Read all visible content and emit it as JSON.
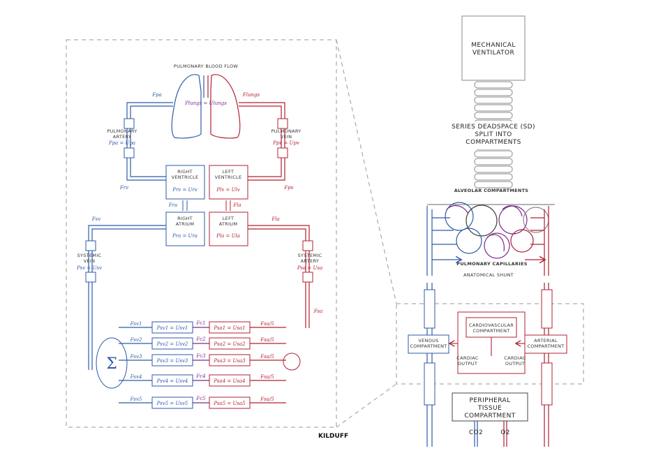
{
  "left_panel": {
    "title": "PULMONARY BLOOD FLOW",
    "lungs_eq": "Plungs = Ulungs",
    "flow_pa": "Fpa",
    "flow_lungs": "Flungs",
    "pulmonary_artery": {
      "line1": "PULMONARY",
      "line2": "ARTERY",
      "eq": "Ppa = Upa"
    },
    "pulmonary_vein": {
      "line1": "PULMONARY",
      "line2": "VEIN",
      "eq": "Ppv = Upv"
    },
    "flow_rv": "Frv",
    "flow_pv": "Fpv",
    "right_ventricle": {
      "line1": "RIGHT",
      "line2": "VENTRICLE",
      "eq": "Prv = Urv"
    },
    "left_ventricle": {
      "line1": "LEFT",
      "line2": "VENTRICLE",
      "eq": "Plv = Ulv"
    },
    "right_atrium": {
      "line1": "RIGHT",
      "line2": "ATRIUM",
      "eq": "Pra = Ura"
    },
    "left_atrium": {
      "line1": "LEFT",
      "line2": "ATRIUM",
      "eq": "Pla = Ula"
    },
    "flow_ra": "Fra",
    "flow_la": "Fla",
    "flow_sv": "Fsv",
    "flow_ls": "Fla",
    "systemic_vein": {
      "line1": "SYSTEMIC",
      "line2": "VEIN",
      "eq": "Psv = Usv"
    },
    "systemic_artery": {
      "line1": "SYSTEMIC",
      "line2": "ARTERY",
      "eq": "Psa = Usa"
    },
    "flow_sa": "Fsa",
    "sum_symbol": "Σ",
    "venous_flows": [
      "Fsv1",
      "Fsv2",
      "Fsv3",
      "Fsv4",
      "Fsv5"
    ],
    "venous_eqs": [
      "Psv1 = Usv1",
      "Psv2 = Usv2",
      "Psv3 = Usv3",
      "Psv4 = Usv4",
      "Psv5 = Usv5"
    ],
    "mid_flows": [
      "Fc1",
      "Fc2",
      "Fc3",
      "Fc4",
      "Fc5"
    ],
    "arterial_eqs": [
      "Psa1 = Usa1",
      "Psa2 = Usa2",
      "Psa3 = Usa3",
      "Psa4 = Usa4",
      "Psa5 = Usa5"
    ],
    "arterial_flows": [
      "Fsa/5",
      "Fsa/5",
      "Fsa/5",
      "Fsa/5",
      "Fsa/5"
    ]
  },
  "right_panel": {
    "ventilator": {
      "line1": "MECHANICAL",
      "line2": "VENTILATOR"
    },
    "deadspace": {
      "line1": "SERIES DEADSPACE (SD)",
      "line2": "SPLIT INTO",
      "line3": "COMPARTMENTS"
    },
    "alveolar": "ALVEOLAR COMPARTMENTS",
    "capillaries": "PULMONARY CAPILLARIES",
    "shunt": "ANATOMICAL SHUNT",
    "venous": {
      "line1": "VENOUS",
      "line2": "COMPARTMENT"
    },
    "arterial": {
      "line1": "ARTERIAL",
      "line2": "COMPARTMENT"
    },
    "cardio": {
      "line1": "CARDIOVASCULAR",
      "line2": "COMPARTMENT"
    },
    "cardiac_output_left": {
      "line1": "CARDIAC",
      "line2": "OUTPUT"
    },
    "cardiac_output_right": {
      "line1": "CARDIAC",
      "line2": "OUTPUT"
    },
    "peripheral": {
      "line1": "PERIPHERAL",
      "line2": "TISSUE",
      "line3": "COMPARTMENT"
    },
    "co2": "CO2",
    "o2": "O2"
  },
  "signature": "KILDUFF",
  "colors": {
    "venous": "#2d5aa8",
    "arterial": "#b02030",
    "mixed": "#7a2b8c",
    "frame": "#999999"
  }
}
